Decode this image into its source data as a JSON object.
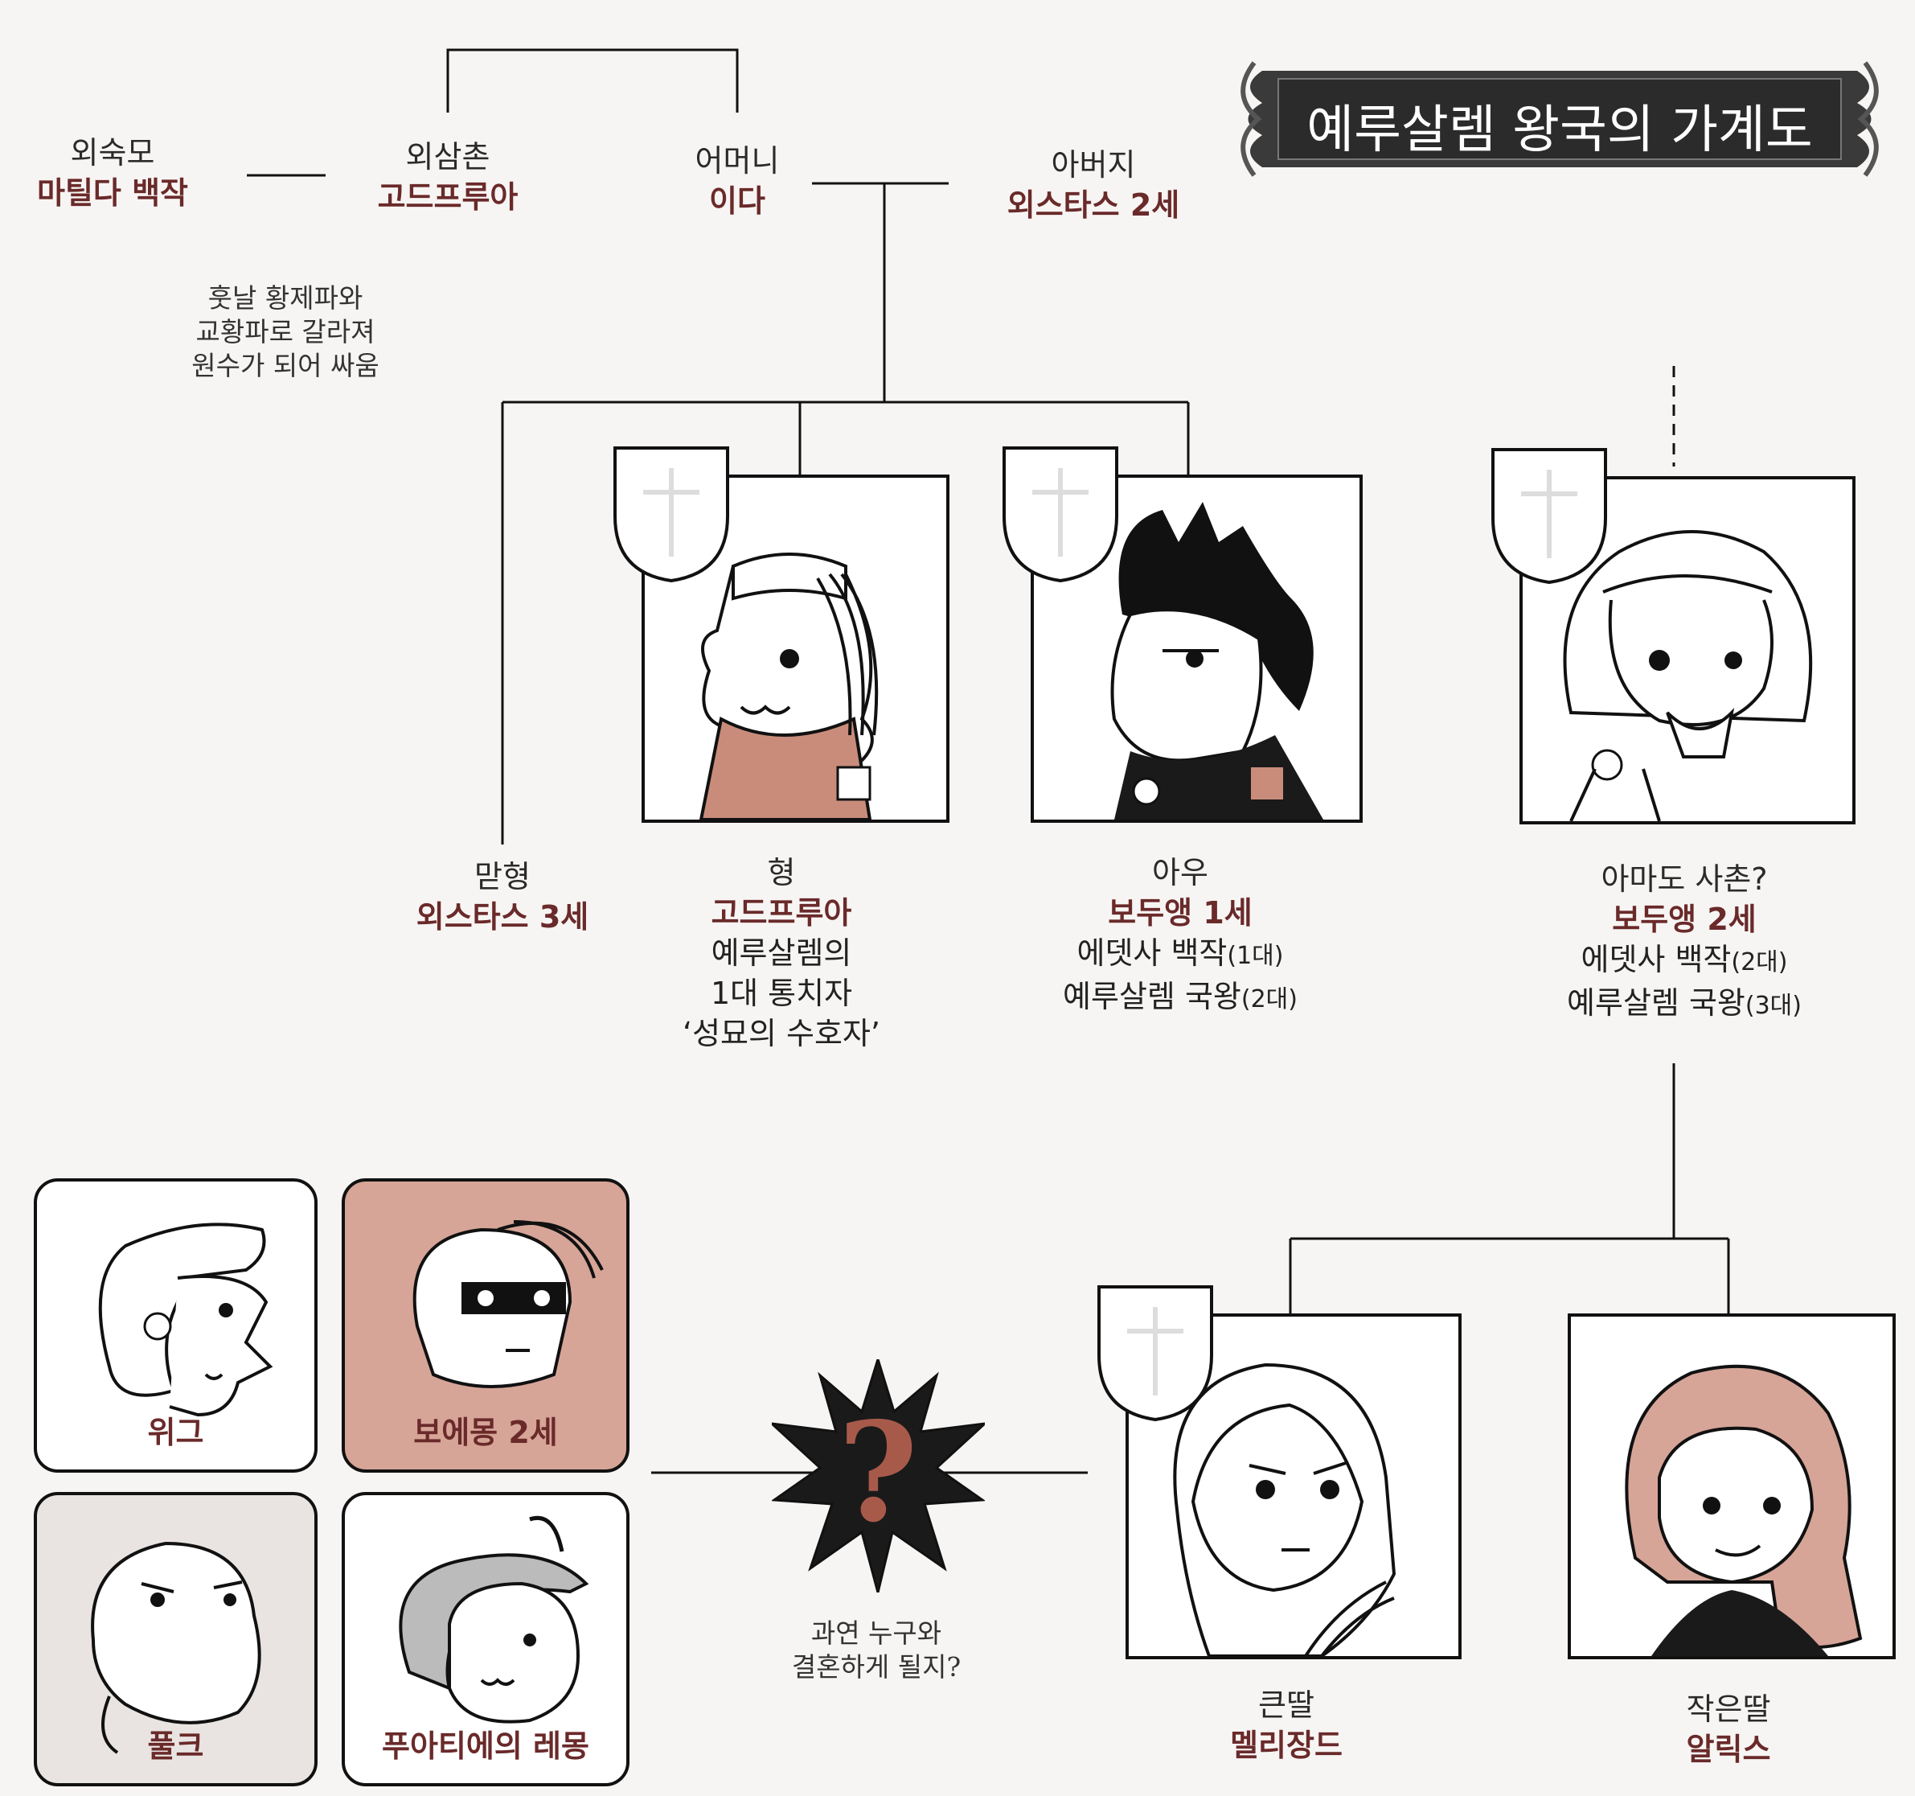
{
  "title": "예루살렘 왕국의 가계도",
  "colors": {
    "name": "#6a2a2a",
    "pink": "#d6a598",
    "dark": "#1a1a1a"
  },
  "people": {
    "aunt": {
      "relation": "외숙모",
      "name": "마틸다 백작"
    },
    "uncle": {
      "relation": "외삼촌",
      "name": "고드프루아"
    },
    "mother": {
      "relation": "어머니",
      "name": "이다"
    },
    "father": {
      "relation": "아버지",
      "name": "외스타스 2세"
    },
    "eldest": {
      "relation": "맏형",
      "name": "외스타스 3세"
    },
    "elder": {
      "relation": "형",
      "name": "고드프루아",
      "line1": "예루살렘의",
      "line2": "1대 통치자",
      "line3": "‘성묘의 수호자’"
    },
    "younger": {
      "relation": "아우",
      "name": "보두앵 1세",
      "line1": "에뎃사 백작",
      "line1_paren": "(1대)",
      "line2": "예루살렘 국왕",
      "line2_paren": "(2대)"
    },
    "cousin": {
      "relation": "아마도 사촌?",
      "name": "보두앵 2세",
      "line1": "에뎃사 백작",
      "line1_paren": "(2대)",
      "line2": "예루살렘 국왕",
      "line2_paren": "(3대)"
    },
    "daughter1": {
      "relation": "큰딸",
      "name": "멜리장드"
    },
    "daughter2": {
      "relation": "작은딸",
      "name": "알릭스"
    }
  },
  "notes": {
    "feud": [
      "훗날 황제파와",
      "교황파로 갈라져",
      "원수가 되어 싸움"
    ],
    "marriage": [
      "과연 누구와",
      "결혼하게 될지?"
    ]
  },
  "suitors": [
    "위그",
    "보에몽 2세",
    "풀크",
    "푸아티에의 레몽"
  ],
  "question_mark": "?"
}
